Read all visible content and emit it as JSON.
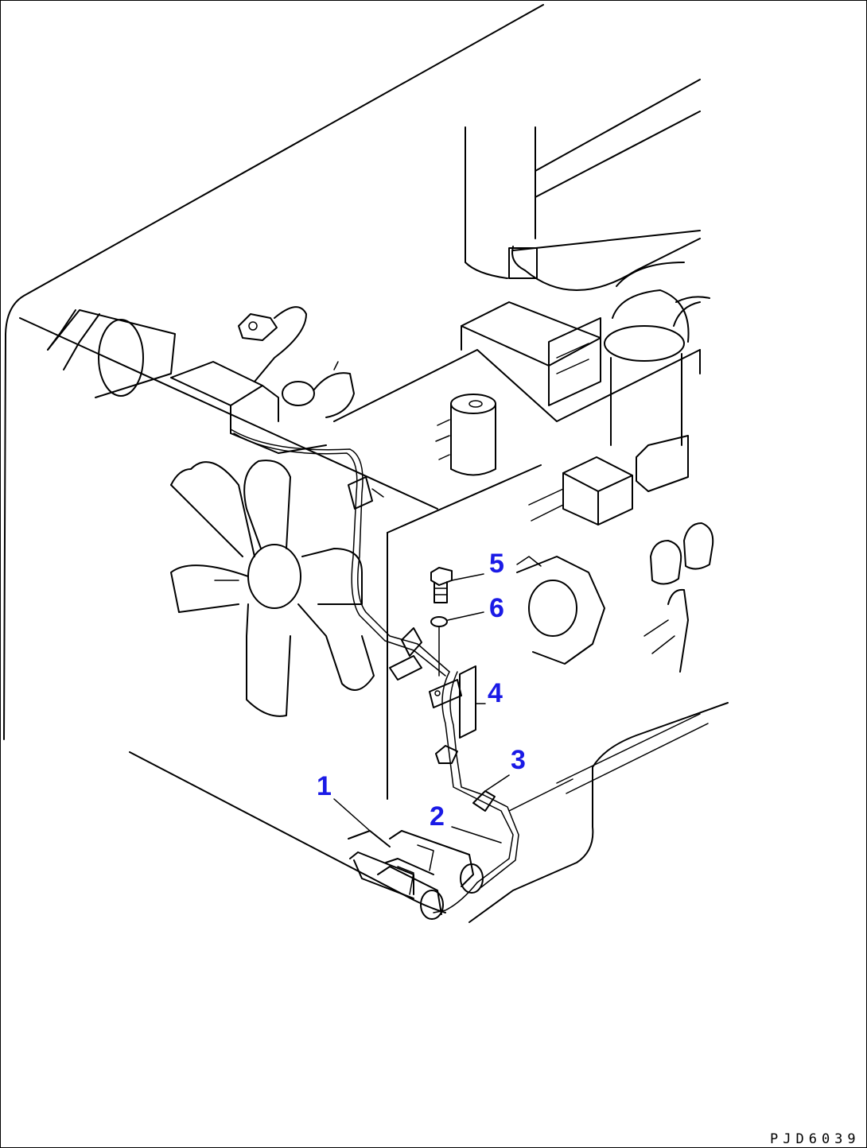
{
  "drawing_code": "PJD6039",
  "callout_color": "#1a1ae6",
  "line_color": "#000000",
  "callouts": [
    {
      "number": "1",
      "part": "capacitor-assembly"
    },
    {
      "number": "2",
      "part": "clip"
    },
    {
      "number": "3",
      "part": "clamp"
    },
    {
      "number": "4",
      "part": "bracket"
    },
    {
      "number": "5",
      "part": "bolt"
    },
    {
      "number": "6",
      "part": "washer"
    }
  ]
}
